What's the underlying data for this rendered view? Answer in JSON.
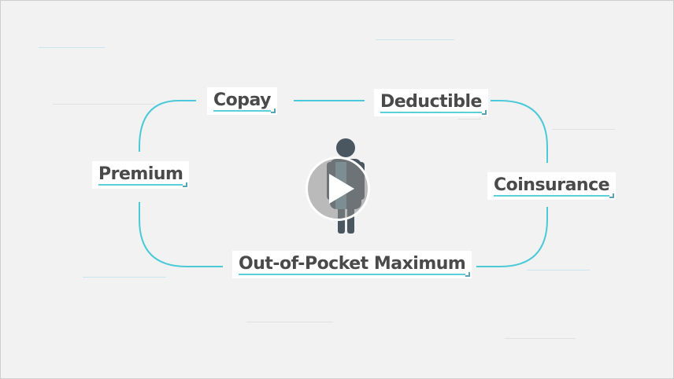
{
  "diagram": {
    "nodes": [
      {
        "id": "copay",
        "label": "Copay"
      },
      {
        "id": "deductible",
        "label": "Deductible"
      },
      {
        "id": "premium",
        "label": "Premium"
      },
      {
        "id": "coinsurance",
        "label": "Coinsurance"
      },
      {
        "id": "oop",
        "label": "Out-of-Pocket Maximum"
      }
    ],
    "cycle_color": "#4cc9d9",
    "person_color": "#4a5660",
    "person_highlight": "#8fd6e0"
  },
  "player": {
    "play_icon": "play-icon"
  }
}
